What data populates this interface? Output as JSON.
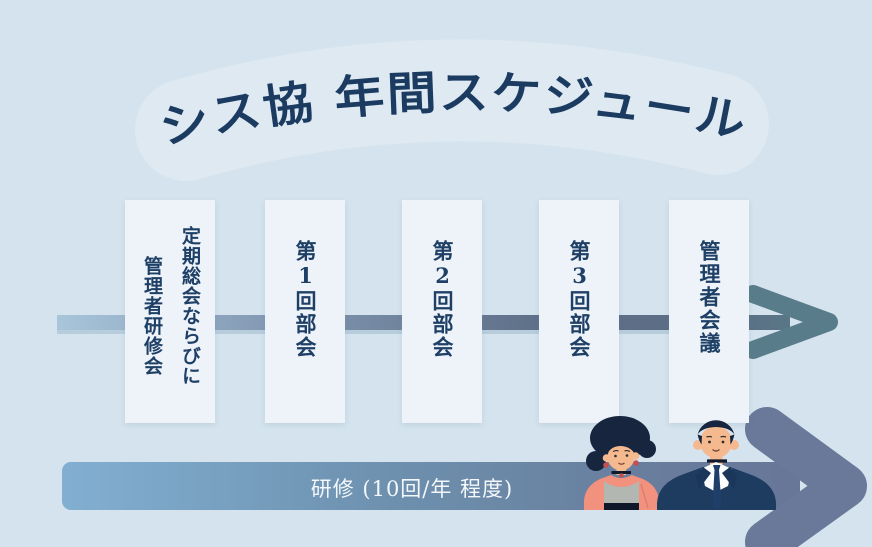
{
  "title": {
    "text": "シス協 年間スケジュール"
  },
  "timeline": {
    "events": [
      {
        "label": "定期総会ならびに",
        "label2": "管理者研修会"
      },
      {
        "label": "第1回部会"
      },
      {
        "label": "第2回部会"
      },
      {
        "label": "第3回部会"
      },
      {
        "label": "管理者会議"
      }
    ]
  },
  "training_arrow": {
    "label": "研修 (10回/年 程度)"
  },
  "colors": {
    "background": "#d4e3ed",
    "title_band": "#dee9f2",
    "title_text": "#1c3b61",
    "card_bg": "#eef2f9",
    "card_text": "#1e4066",
    "mid_arrow_start": "#a8c5da",
    "mid_arrow_mid": "#5f7089",
    "mid_arrow_end": "#587c8a",
    "mid_arrow_underlay": "#b7cddc",
    "bottom_arrow_start": "#82afd1",
    "bottom_arrow_mid": "#6d90ae",
    "bottom_arrow_end": "#687698",
    "bottom_arrow_head": "#6a7899",
    "bottom_arrow_text": "#f4f8fb",
    "hair_navy": "#17253f",
    "skin": "#f5b98f",
    "coral": "#f2917e",
    "gray_top": "#b2b7b1",
    "suit_navy": "#1d3c60",
    "accent_red": "#c44f4e"
  }
}
